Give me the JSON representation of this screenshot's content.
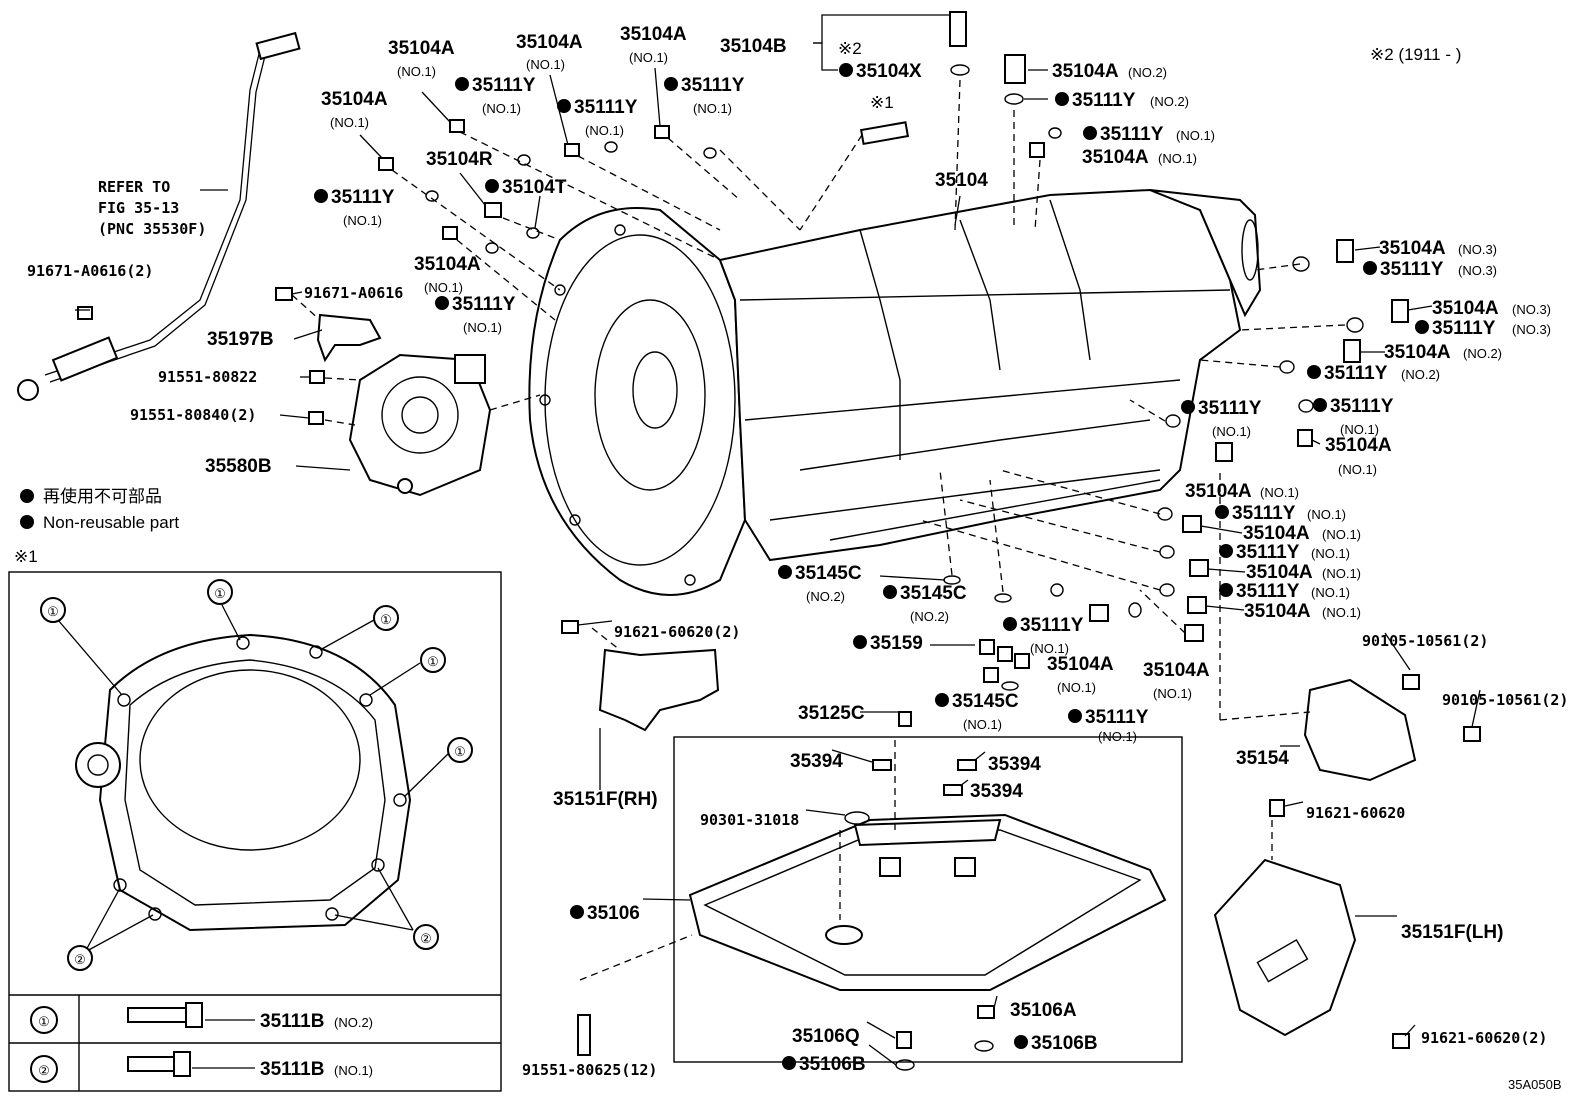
{
  "labels": {
    "l01": "35104A",
    "l01s": "(NO.1)",
    "l02": "35104A",
    "l02s": "(NO.1)",
    "l03": "35104A",
    "l03s": "(NO.1)",
    "l04": "35104B",
    "l05": "35104X",
    "l06": "35104A",
    "l06s": "(NO.2)",
    "l07": "35111Y",
    "l07s": "(NO.2)",
    "l08": "35111Y",
    "l08s": "(NO.1)",
    "l09": "35104A",
    "l09s": "(NO.1)",
    "l10": "35111Y",
    "l10s": "(NO.1)",
    "l11": "35111Y",
    "l11s": "(NO.1)",
    "l12": "35111Y",
    "l12s": "(NO.1)",
    "l13": "35104A",
    "l13s": "(NO.1)",
    "l14": "35104R",
    "l15": "35104T",
    "l16": "35104",
    "l17": "35111Y",
    "l17s": "(NO.1)",
    "l18": "35104A",
    "l18s": "(NO.1)",
    "l19": "35111Y",
    "l19s": "(NO.1)",
    "l20": "91671-A0616(2)",
    "l21": "91671-A0616",
    "l22": "35197B",
    "l23": "91551-80822",
    "l24": "91551-80840(2)",
    "l25": "35580B",
    "l26": "35104A",
    "l26s": "(NO.3)",
    "l27": "35111Y",
    "l27s": "(NO.3)",
    "l28": "35104A",
    "l28s": "(NO.3)",
    "l29": "35111Y",
    "l29s": "(NO.3)",
    "l30": "35104A",
    "l30s": "(NO.2)",
    "l31": "35111Y",
    "l31s": "(NO.2)",
    "l32": "35111Y",
    "l32s": "(NO.1)",
    "l33": "35111Y",
    "l33s": "(NO.1)",
    "l34": "35104A",
    "l34s": "(NO.1)",
    "l35": "35104A",
    "l35s": "(NO.1)",
    "l36": "35111Y",
    "l36s": "(NO.1)",
    "l37": "35104A",
    "l37s": "(NO.1)",
    "l38": "35111Y",
    "l38s": "(NO.1)",
    "l39": "35104A",
    "l39s": "(NO.1)",
    "l40": "35111Y",
    "l40s": "(NO.1)",
    "l41": "35104A",
    "l41s": "(NO.1)",
    "l42": "35104A",
    "l42s": "(NO.1)",
    "l43": "35145C",
    "l43s": "(NO.2)",
    "l44": "35145C",
    "l44s": "(NO.2)",
    "l45": "35111Y",
    "l45s": "(NO.1)",
    "l46": "35159",
    "l47": "35104A",
    "l47s": "(NO.1)",
    "l48": "35145C",
    "l48s": "(NO.1)",
    "l49": "35111Y",
    "l49s": "(NO.1)",
    "l50": "91621-60620(2)",
    "l51": "35151F(RH)",
    "l52": "35125C",
    "l53": "35394",
    "l54": "35394",
    "l55": "35394",
    "l56": "90301-31018",
    "l57": "35106",
    "l58": "91551-80625(12)",
    "l59": "35106Q",
    "l60": "35106B",
    "l61": "35106A",
    "l62": "35106B",
    "l63": "90105-10561(2)",
    "l64": "90105-10561(2)",
    "l65": "35154",
    "l66": "91621-60620",
    "l67": "35151F(LH)",
    "l68": "91621-60620(2)"
  },
  "notes": {
    "ref1": "REFER TO",
    "ref2": "FIG 35-13",
    "ref3": "(PNC 35530F)",
    "mark1": "※1",
    "mark1_inset": "※1",
    "mark2": "※2",
    "mark2_range": "※2 (1911 -     )",
    "legend_jp": "再使用不可部品",
    "legend_en": "Non-reusable part",
    "figure_code": "35A050B"
  },
  "inset": {
    "row1_key": "①",
    "row1_part": "35111B",
    "row1_sub": "(NO.2)",
    "row2_key": "②",
    "row2_part": "35111B",
    "row2_sub": "(NO.1)",
    "callout1": "①",
    "callout2": "②"
  }
}
